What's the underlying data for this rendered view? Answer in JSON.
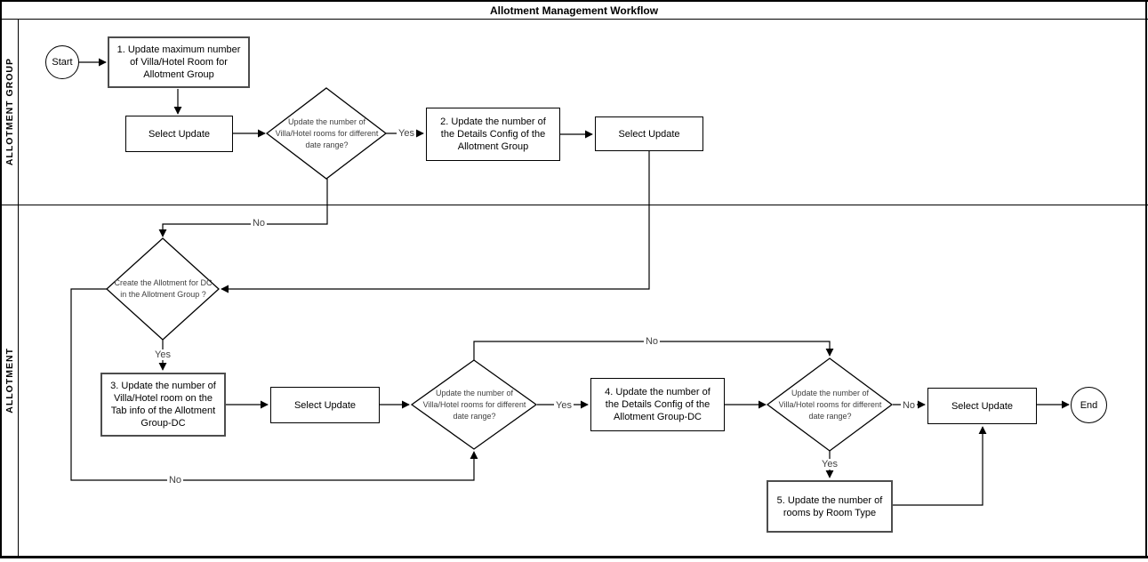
{
  "title": "Allotment Management Workflow",
  "lanes": [
    {
      "label": "ALLOTMENT GROUP"
    },
    {
      "label": "ALLOTMENT"
    }
  ],
  "nodes": {
    "start": "Start",
    "step1": "1. Update maximum number\nof Villa/Hotel Room for\nAllotment Group",
    "select_update_1": "Select Update",
    "decision_date_range_1": "Update the number of\nVilla/Hotel rooms for different\ndate range?",
    "step2": "2. Update the number of\nthe Details Config of the\nAllotment Group",
    "select_update_2": "Select Update",
    "decision_create_dc": "Create the Allotment for DC\nin the Allotment Group ?",
    "step3": "3. Update the number of\nVilla/Hotel room on the\nTab info of the Allotment\nGroup-DC",
    "select_update_3": "Select Update",
    "decision_date_range_2": "Update the number of\nVilla/Hotel rooms for different\ndate range?",
    "step4": "4. Update the number of\nthe Details Config of the\nAllotment Group-DC",
    "decision_date_range_3": "Update the number of\nVilla/Hotel rooms for different\ndate range?",
    "select_update_4": "Select Update",
    "step5": "5. Update the number of\nrooms by Room Type",
    "end": "End"
  },
  "edge_labels": {
    "d1_yes": "Yes",
    "d1_no": "No",
    "d2_yes": "Yes",
    "d2_no": "No",
    "d3_yes": "Yes",
    "d3_no": "No",
    "d4_no": "No",
    "d4_yes": "Yes"
  },
  "colors": {
    "stroke": "#000000",
    "node_fill": "#ffffff",
    "text": "#000000",
    "decision_text": "#404040",
    "background": "#ffffff"
  }
}
